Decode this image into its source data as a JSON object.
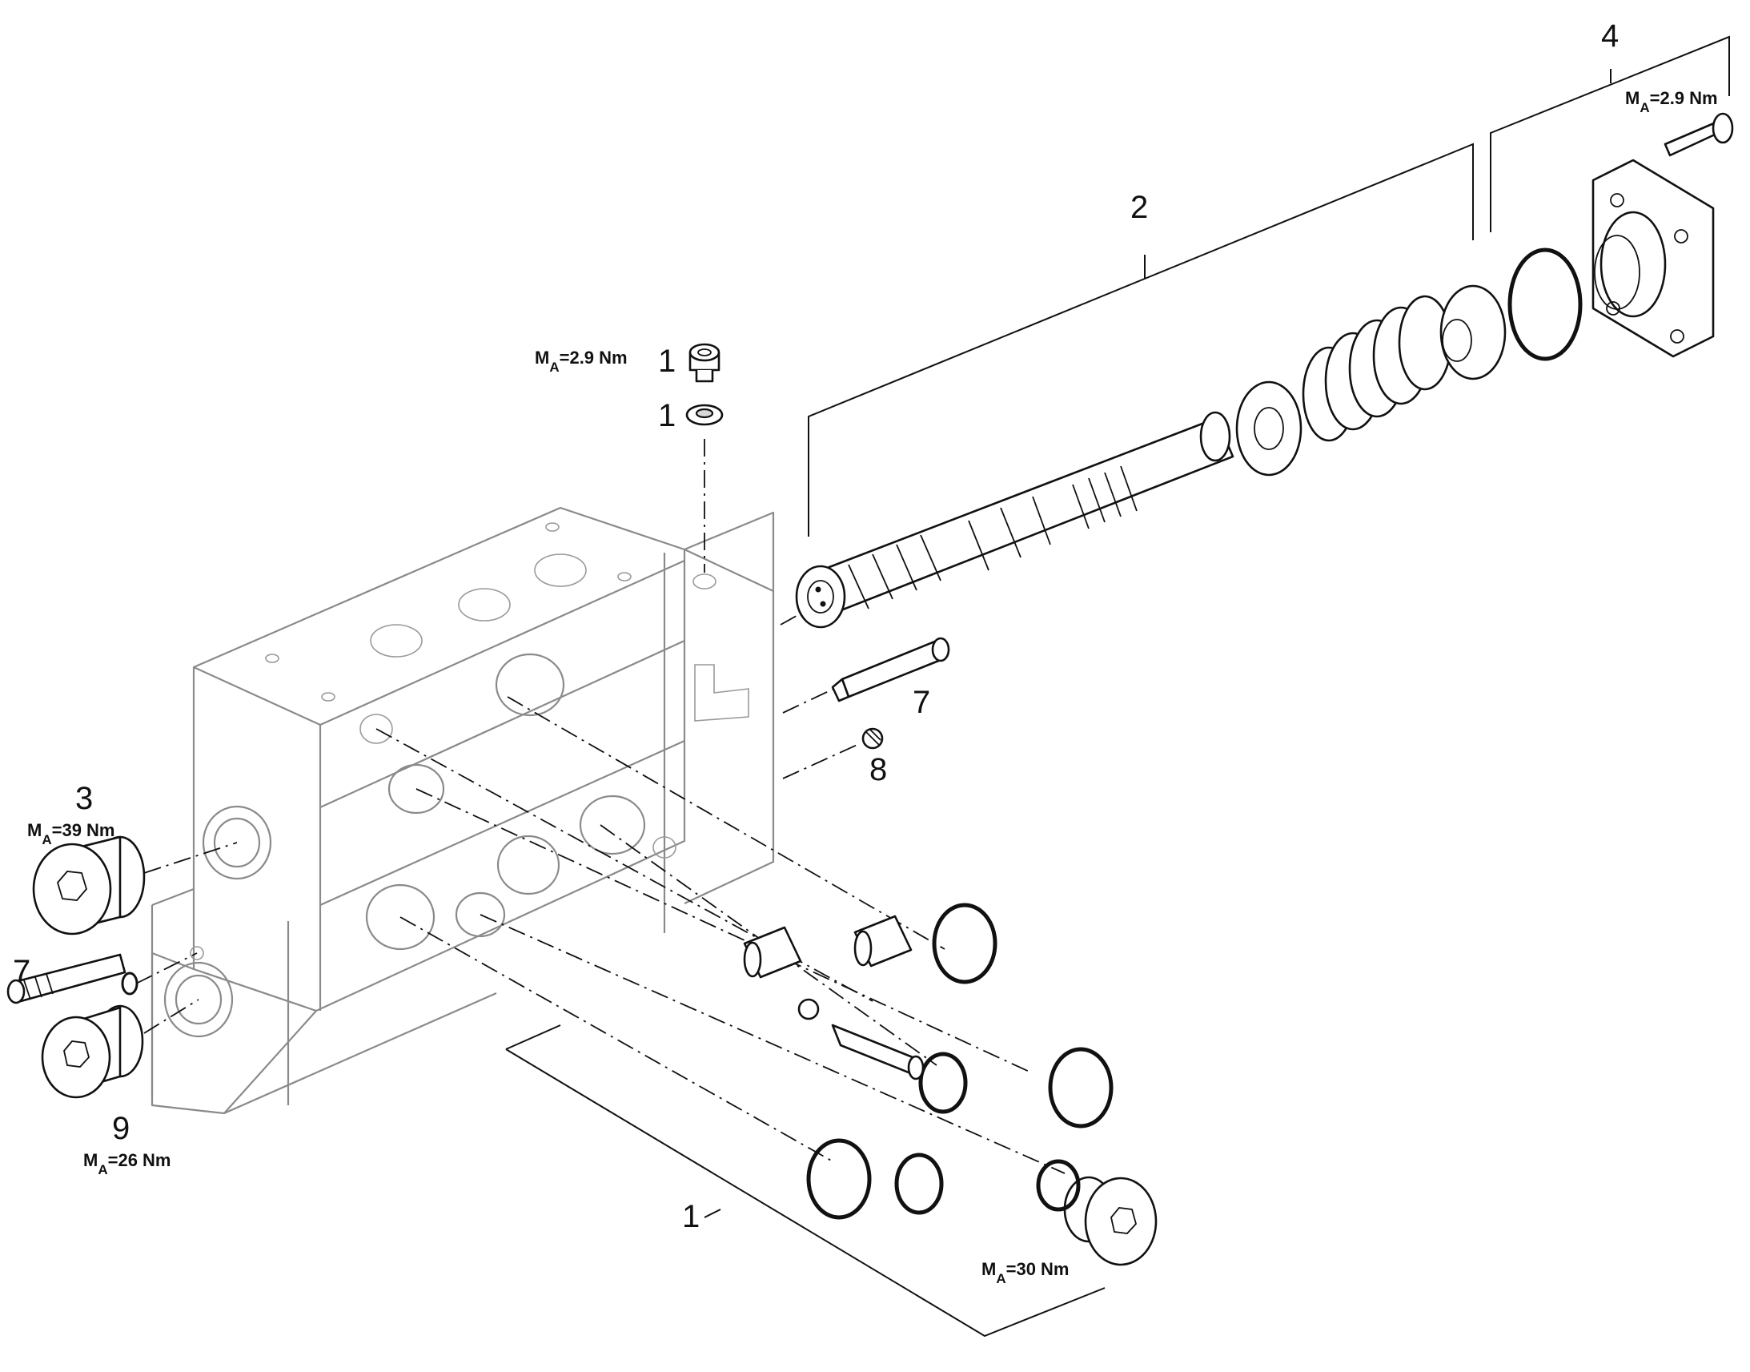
{
  "callouts": {
    "c1_top_screw": "1",
    "c1_top_washer": "1",
    "c1_bottom": "1",
    "c2": "2",
    "c3": "3",
    "c4": "4",
    "c7_right": "7",
    "c7_left": "7",
    "c8": "8",
    "c9": "9"
  },
  "torques": {
    "t1": {
      "m": "M",
      "sub": "A",
      "value": "=2.9  Nm"
    },
    "t3": {
      "m": "M",
      "sub": "A",
      "value": "=39 Nm"
    },
    "t4": {
      "m": "M",
      "sub": "A",
      "value": "=2.9  Nm"
    },
    "t9": {
      "m": "M",
      "sub": "A",
      "value": "=26 Nm"
    },
    "tplug": {
      "m": "M",
      "sub": "A",
      "value": "=30 Nm"
    }
  }
}
